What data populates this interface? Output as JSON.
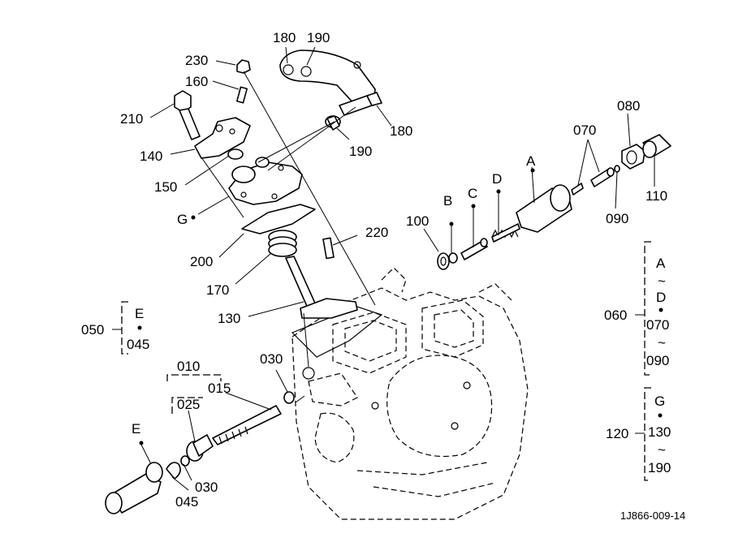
{
  "callouts": {
    "c180a": "180",
    "c190a": "190",
    "c230": "230",
    "c160": "160",
    "c210": "210",
    "c140": "140",
    "c150": "150",
    "cG": "G",
    "c190b": "190",
    "c180b": "180",
    "c200": "200",
    "c220": "220",
    "c170": "170",
    "c130": "130",
    "c100": "100",
    "cB": "B",
    "cC": "C",
    "cD": "D",
    "cA": "A",
    "c070": "070",
    "c080": "080",
    "c090": "090",
    "c110": "110",
    "c030a": "030",
    "c010": "010",
    "c015": "015",
    "c025": "025",
    "cE": "E",
    "c030b": "030",
    "c045": "045"
  },
  "groups": {
    "g050": {
      "label": "050",
      "from": "E",
      "to": "045"
    },
    "g060": {
      "label": "060",
      "from": "A",
      "mid_from": "D",
      "mid_to": "070",
      "to": "090"
    },
    "g120": {
      "label": "120",
      "from": "G",
      "mid": "130",
      "to": "190"
    }
  },
  "symbols": {
    "dot": "•",
    "tilde": "~"
  },
  "drawing_code": "1J866-009-14"
}
